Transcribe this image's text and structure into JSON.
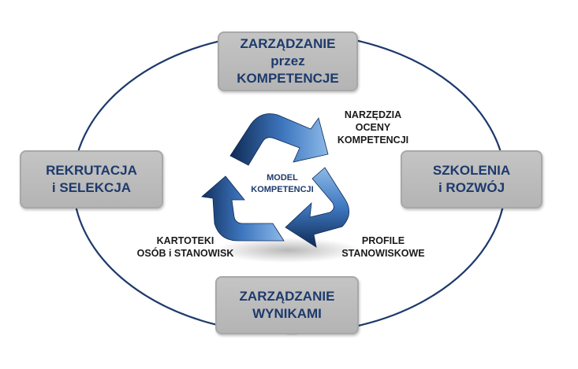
{
  "diagram": {
    "top_box": {
      "line1": "ZARZĄDZANIE",
      "line2": "przez",
      "line3": "KOMPETENCJE"
    },
    "left_box": {
      "line1": "REKRUTACJA",
      "line2": "i SELEKCJA"
    },
    "right_box": {
      "line1": "SZKOLENIA",
      "line2": "i ROZWÓJ"
    },
    "bottom_box": {
      "line1": "ZARZĄDZANIE",
      "line2": "WYNIKAMI"
    },
    "cycle_labels": {
      "tools": {
        "line1": "NARZĘDZIA",
        "line2": "OCENY",
        "line3": "KOMPETENCJI"
      },
      "profiles": {
        "line1": "PROFILE",
        "line2": "STANOWISKOWE"
      },
      "files": {
        "line1": "KARTOTEKI",
        "line2": "OSÓB i  STANOWISK"
      }
    },
    "center": {
      "line1": "MODEL",
      "line2": "KOMPETENCJI"
    }
  },
  "colors": {
    "box_text": "#1d3a6b",
    "box_fill": "#bcbcbc",
    "ring_stroke": "#1d3a6b",
    "arrow_light": "#6fa3db",
    "arrow_dark": "#0f2a55"
  }
}
